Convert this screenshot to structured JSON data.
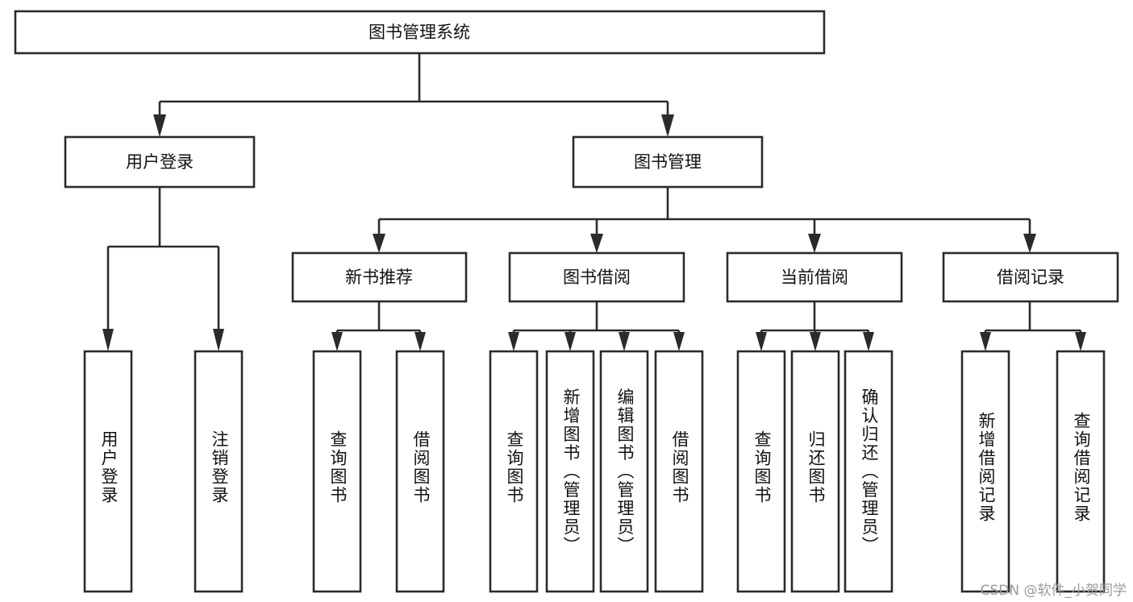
{
  "diagram": {
    "type": "tree",
    "title": "图书管理系统",
    "watermark": "CSDN @软件_小贺同学",
    "colors": {
      "stroke": "#2b2b2b",
      "fill": "#ffffff",
      "text": "#111111",
      "background": "#ffffff",
      "watermark": "#9a9a9a"
    },
    "nodes": {
      "root": {
        "label": "图书管理系统",
        "level": 1,
        "orientation": "horizontal"
      },
      "l2_1": {
        "label": "用户登录",
        "level": 2,
        "orientation": "horizontal"
      },
      "l2_2": {
        "label": "图书管理",
        "level": 2,
        "orientation": "horizontal"
      },
      "l3_1": {
        "label": "新书推荐",
        "level": 3,
        "orientation": "horizontal"
      },
      "l3_2": {
        "label": "图书借阅",
        "level": 3,
        "orientation": "horizontal"
      },
      "l3_3": {
        "label": "当前借阅",
        "level": 3,
        "orientation": "horizontal"
      },
      "l3_4": {
        "label": "借阅记录",
        "level": 3,
        "orientation": "horizontal"
      },
      "leaf_1": {
        "label": "用户登录",
        "level": 4,
        "orientation": "vertical"
      },
      "leaf_2": {
        "label": "注销登录",
        "level": 4,
        "orientation": "vertical"
      },
      "leaf_3": {
        "label": "查询图书",
        "level": 4,
        "orientation": "vertical"
      },
      "leaf_4": {
        "label": "借阅图书",
        "level": 4,
        "orientation": "vertical"
      },
      "leaf_5": {
        "label": "查询图书",
        "level": 4,
        "orientation": "vertical"
      },
      "leaf_6": {
        "label": "新增图书（管理员）",
        "level": 4,
        "orientation": "vertical"
      },
      "leaf_7": {
        "label": "编辑图书（管理员）",
        "level": 4,
        "orientation": "vertical"
      },
      "leaf_8": {
        "label": "借阅图书",
        "level": 4,
        "orientation": "vertical"
      },
      "leaf_9": {
        "label": "查询图书",
        "level": 4,
        "orientation": "vertical"
      },
      "leaf_10": {
        "label": "归还图书",
        "level": 4,
        "orientation": "vertical"
      },
      "leaf_11": {
        "label": "确认归还（管理员）",
        "level": 4,
        "orientation": "vertical"
      },
      "leaf_12": {
        "label": "新增借阅记录",
        "level": 4,
        "orientation": "vertical"
      },
      "leaf_13": {
        "label": "查询借阅记录",
        "level": 4,
        "orientation": "vertical"
      }
    },
    "edges": [
      {
        "from": "root",
        "to": "l2_1"
      },
      {
        "from": "root",
        "to": "l2_2"
      },
      {
        "from": "l2_1",
        "to": "leaf_1"
      },
      {
        "from": "l2_1",
        "to": "leaf_2"
      },
      {
        "from": "l2_2",
        "to": "l3_1"
      },
      {
        "from": "l2_2",
        "to": "l3_2"
      },
      {
        "from": "l2_2",
        "to": "l3_3"
      },
      {
        "from": "l2_2",
        "to": "l3_4"
      },
      {
        "from": "l3_1",
        "to": "leaf_3"
      },
      {
        "from": "l3_1",
        "to": "leaf_4"
      },
      {
        "from": "l3_2",
        "to": "leaf_5"
      },
      {
        "from": "l3_2",
        "to": "leaf_6"
      },
      {
        "from": "l3_2",
        "to": "leaf_7"
      },
      {
        "from": "l3_2",
        "to": "leaf_8"
      },
      {
        "from": "l3_3",
        "to": "leaf_9"
      },
      {
        "from": "l3_3",
        "to": "leaf_10"
      },
      {
        "from": "l3_3",
        "to": "leaf_11"
      },
      {
        "from": "l3_4",
        "to": "leaf_12"
      },
      {
        "from": "l3_4",
        "to": "leaf_13"
      }
    ]
  }
}
